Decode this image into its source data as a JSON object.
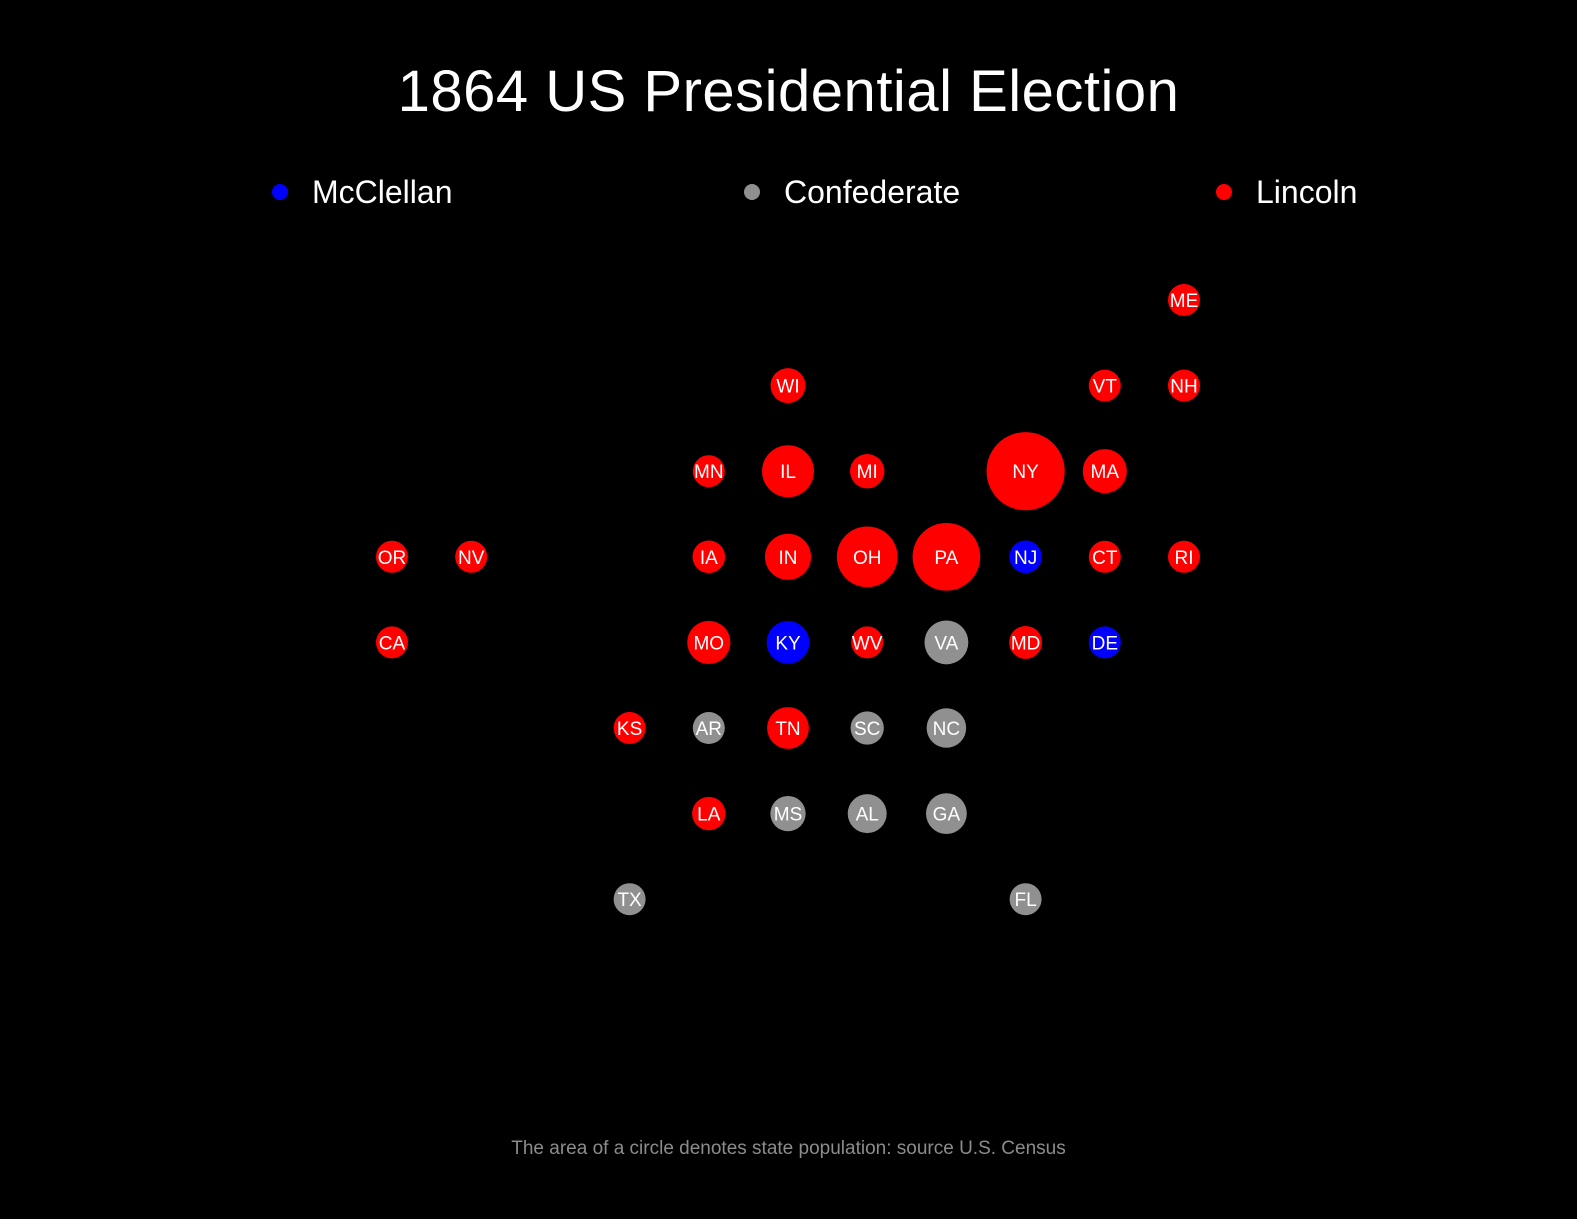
{
  "title": "1864 US Presidential Election",
  "legend": [
    {
      "label": "McClellan",
      "color": "#0000ff"
    },
    {
      "label": "Confederate",
      "color": "#909090"
    },
    {
      "label": "Lincoln",
      "color": "#ff0000"
    }
  ],
  "footnote": "The area of a circle denotes state population: source U.S. Census",
  "chart_data": {
    "type": "tile-grid-bubble-map",
    "groups": [
      "McClellan",
      "Confederate",
      "Lincoln"
    ],
    "states": [
      {
        "abbr": "ME",
        "col": 10,
        "row": 0,
        "group": "Lincoln",
        "pop": 628279
      },
      {
        "abbr": "WI",
        "col": 5,
        "row": 1,
        "group": "Lincoln",
        "pop": 775881
      },
      {
        "abbr": "VT",
        "col": 9,
        "row": 1,
        "group": "Lincoln",
        "pop": 315098
      },
      {
        "abbr": "NH",
        "col": 10,
        "row": 1,
        "group": "Lincoln",
        "pop": 326073
      },
      {
        "abbr": "MN",
        "col": 4,
        "row": 2,
        "group": "Lincoln",
        "pop": 172023
      },
      {
        "abbr": "IL",
        "col": 5,
        "row": 2,
        "group": "Lincoln",
        "pop": 1711951
      },
      {
        "abbr": "MI",
        "col": 6,
        "row": 2,
        "group": "Lincoln",
        "pop": 749113
      },
      {
        "abbr": "NY",
        "col": 8,
        "row": 2,
        "group": "Lincoln",
        "pop": 3880735
      },
      {
        "abbr": "MA",
        "col": 9,
        "row": 2,
        "group": "Lincoln",
        "pop": 1231066
      },
      {
        "abbr": "OR",
        "col": 0,
        "row": 3,
        "group": "Lincoln",
        "pop": 52465
      },
      {
        "abbr": "NV",
        "col": 1,
        "row": 3,
        "group": "Lincoln",
        "pop": 6857
      },
      {
        "abbr": "IA",
        "col": 4,
        "row": 3,
        "group": "Lincoln",
        "pop": 674913
      },
      {
        "abbr": "IN",
        "col": 5,
        "row": 3,
        "group": "Lincoln",
        "pop": 1350428
      },
      {
        "abbr": "OH",
        "col": 6,
        "row": 3,
        "group": "Lincoln",
        "pop": 2339511
      },
      {
        "abbr": "PA",
        "col": 7,
        "row": 3,
        "group": "Lincoln",
        "pop": 2906215
      },
      {
        "abbr": "NJ",
        "col": 8,
        "row": 3,
        "group": "McClellan",
        "pop": 672035
      },
      {
        "abbr": "CT",
        "col": 9,
        "row": 3,
        "group": "Lincoln",
        "pop": 460147
      },
      {
        "abbr": "RI",
        "col": 10,
        "row": 3,
        "group": "Lincoln",
        "pop": 174620
      },
      {
        "abbr": "CA",
        "col": 0,
        "row": 4,
        "group": "Lincoln",
        "pop": 379994
      },
      {
        "abbr": "MO",
        "col": 4,
        "row": 4,
        "group": "Lincoln",
        "pop": 1182012
      },
      {
        "abbr": "KY",
        "col": 5,
        "row": 4,
        "group": "McClellan",
        "pop": 1155684
      },
      {
        "abbr": "WV",
        "col": 6,
        "row": 4,
        "group": "Lincoln",
        "pop": 376688
      },
      {
        "abbr": "VA",
        "col": 7,
        "row": 4,
        "group": "Confederate",
        "pop": 1219630
      },
      {
        "abbr": "MD",
        "col": 8,
        "row": 4,
        "group": "Lincoln",
        "pop": 687049
      },
      {
        "abbr": "DE",
        "col": 9,
        "row": 4,
        "group": "McClellan",
        "pop": 112216
      },
      {
        "abbr": "KS",
        "col": 3,
        "row": 5,
        "group": "Lincoln",
        "pop": 107206
      },
      {
        "abbr": "AR",
        "col": 4,
        "row": 5,
        "group": "Confederate",
        "pop": 435450
      },
      {
        "abbr": "TN",
        "col": 5,
        "row": 5,
        "group": "Lincoln",
        "pop": 1109801
      },
      {
        "abbr": "SC",
        "col": 6,
        "row": 5,
        "group": "Confederate",
        "pop": 703708
      },
      {
        "abbr": "NC",
        "col": 7,
        "row": 5,
        "group": "Confederate",
        "pop": 992622
      },
      {
        "abbr": "LA",
        "col": 4,
        "row": 6,
        "group": "Lincoln",
        "pop": 708002
      },
      {
        "abbr": "MS",
        "col": 5,
        "row": 6,
        "group": "Confederate",
        "pop": 791305
      },
      {
        "abbr": "AL",
        "col": 6,
        "row": 6,
        "group": "Confederate",
        "pop": 964201
      },
      {
        "abbr": "GA",
        "col": 7,
        "row": 6,
        "group": "Confederate",
        "pop": 1057286
      },
      {
        "abbr": "TX",
        "col": 3,
        "row": 7,
        "group": "Confederate",
        "pop": 604215
      },
      {
        "abbr": "FL",
        "col": 8,
        "row": 7,
        "group": "Confederate",
        "pop": 140424
      }
    ]
  }
}
